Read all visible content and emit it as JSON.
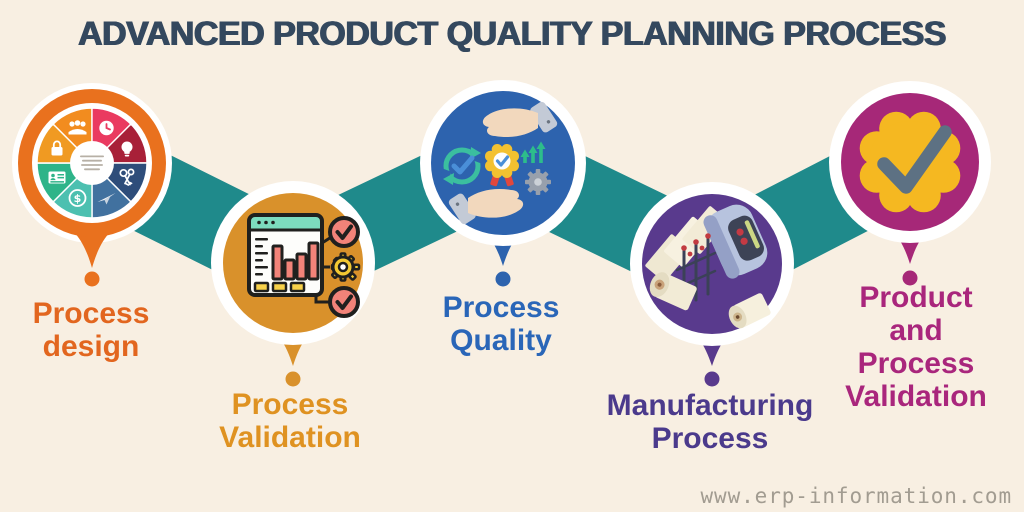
{
  "title": "ADVANCED PRODUCT QUALITY PLANNING PROCESS",
  "watermark": "www.erp-information.com",
  "colors": {
    "background": "#f8efe2",
    "title": "#34485e",
    "ribbon": "#1f8a8b"
  },
  "steps": [
    {
      "label": "Process design",
      "label_lines": [
        "Process",
        "design"
      ],
      "color": "#e9711e",
      "label_color": "#e2661f",
      "icon": "pie-chart-wheel-icon",
      "wheel_icons": [
        "people-icon",
        "clock-icon",
        "lightbulb-icon",
        "keys-icon",
        "paper-plane-icon",
        "dollar-icon",
        "id-card-icon",
        "lock-icon"
      ]
    },
    {
      "label": "Process Validation",
      "label_lines": [
        "Process",
        "Validation"
      ],
      "color": "#d9912b",
      "label_color": "#df9221",
      "icon": "dashboard-checklist-icon"
    },
    {
      "label": "Process Quality",
      "label_lines": [
        "Process",
        "Quality"
      ],
      "color": "#2d63ae",
      "label_color": "#2a66b8",
      "icon": "hands-quality-icon"
    },
    {
      "label": "Manufacturing Process",
      "label_lines": [
        "Manufacturing",
        "Process"
      ],
      "color": "#593a8d",
      "label_color": "#4b3a8c",
      "icon": "manufacturing-machine-icon"
    },
    {
      "label": "Product and Process Validation",
      "label_lines": [
        "Product",
        "and",
        "Process",
        "Validation"
      ],
      "color": "#a62878",
      "label_color": "#a9267c",
      "icon": "certified-badge-icon"
    }
  ]
}
